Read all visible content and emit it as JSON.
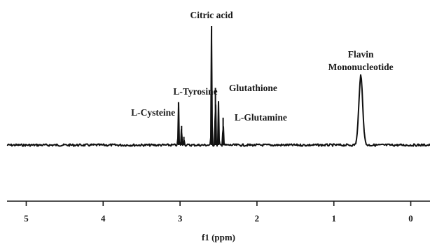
{
  "chart_data": {
    "type": "line",
    "title": "",
    "xlabel": "f1 (ppm)",
    "ylabel": "",
    "xlim": [
      5.25,
      -0.25
    ],
    "x_reversed": true,
    "grid": false,
    "xticks": [
      {
        "value": 5,
        "label": "5"
      },
      {
        "value": 4,
        "label": "4"
      },
      {
        "value": 3,
        "label": "3"
      },
      {
        "value": 2,
        "label": "2"
      },
      {
        "value": 1,
        "label": "1"
      },
      {
        "value": 0,
        "label": "0"
      }
    ],
    "baseline": 0,
    "peaks": [
      {
        "shift": 3.02,
        "height": 0.36
      },
      {
        "shift": 2.98,
        "height": 0.16
      },
      {
        "shift": 2.95,
        "height": 0.07
      },
      {
        "shift": 2.59,
        "height": 1.0
      },
      {
        "shift": 2.54,
        "height": 0.48
      },
      {
        "shift": 2.5,
        "height": 0.36
      },
      {
        "shift": 2.44,
        "height": 0.23
      },
      {
        "shift": 0.65,
        "height": 0.58,
        "width": 0.035
      }
    ],
    "annotations": [
      {
        "text": "Citric acid",
        "x": 2.59
      },
      {
        "text": "L-Tyrosine",
        "x": 2.8
      },
      {
        "text": "Glutathione",
        "x": 2.05
      },
      {
        "text": "L-Cysteine",
        "x": 3.35
      },
      {
        "text": "L-Glutamine",
        "x": 1.95
      },
      {
        "text": "Flavin",
        "x": 0.65
      },
      {
        "text": "Mononucleotide",
        "x": 0.65
      }
    ]
  }
}
